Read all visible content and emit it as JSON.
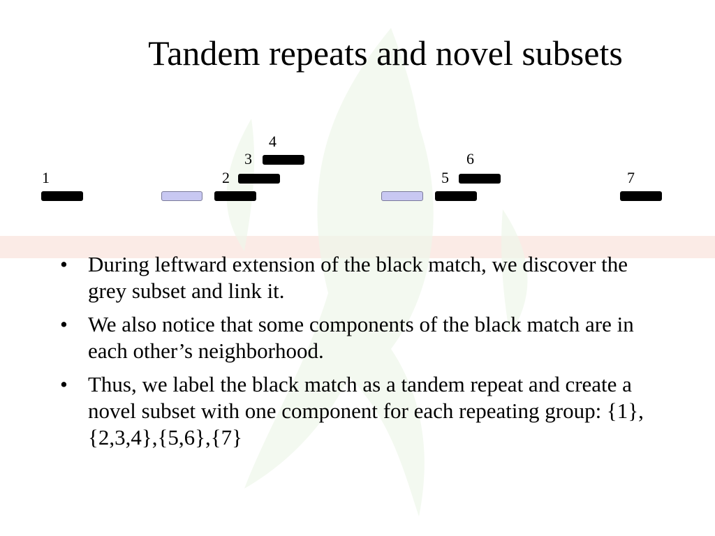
{
  "slide": {
    "title": "Tandem repeats and novel subsets"
  },
  "diagram": {
    "segments": [
      {
        "color": "black",
        "label": "1"
      },
      {
        "color": "grey",
        "label": ""
      },
      {
        "color": "black",
        "label": "2"
      },
      {
        "color": "black",
        "label": "3"
      },
      {
        "color": "black",
        "label": "4"
      },
      {
        "color": "grey",
        "label": ""
      },
      {
        "color": "black",
        "label": "5"
      },
      {
        "color": "black",
        "label": "6"
      },
      {
        "color": "black",
        "label": "7"
      }
    ],
    "colors": {
      "black": "#000000",
      "grey": "#c8c8f2"
    }
  },
  "bullets": [
    {
      "marker": "•",
      "text": "During leftward extension of the black match, we discover the grey subset and link it."
    },
    {
      "marker": "•",
      "text": "We also notice that some components of the black match are in each other’s neighborhood."
    },
    {
      "marker": "•",
      "text": "Thus, we label the black match as a tandem repeat and create a novel subset with one component for each repeating group: {1},{2,3,4},{5,6},{7}"
    }
  ]
}
